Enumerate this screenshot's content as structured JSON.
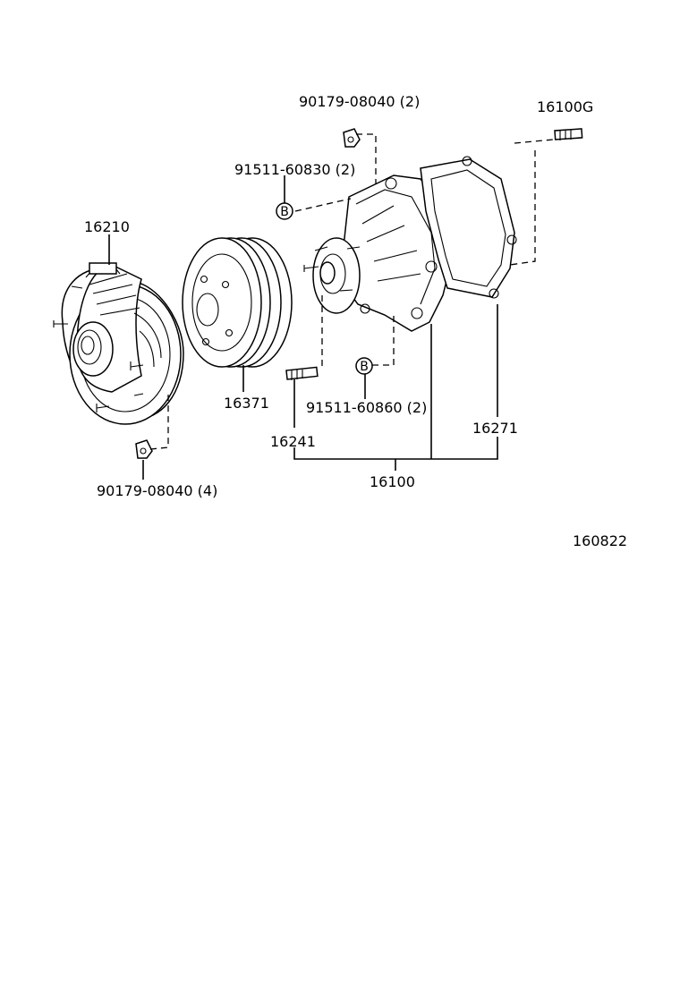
{
  "labels": {
    "bolt_top": "90179-08040 (2)",
    "stud_top_right": "16100G",
    "bolt_b_top": "91511-60830 (2)",
    "fan_clutch": "16210",
    "pulley": "16371",
    "bolt_b_bottom": "91511-60860 (2)",
    "gasket": "16271",
    "stud": "16241",
    "water_pump_assy": "16100",
    "nut_bottom": "90179-08040 (4)",
    "diagram_id": "160822"
  },
  "markers": {
    "b_top": "B",
    "b_bottom": "B"
  }
}
